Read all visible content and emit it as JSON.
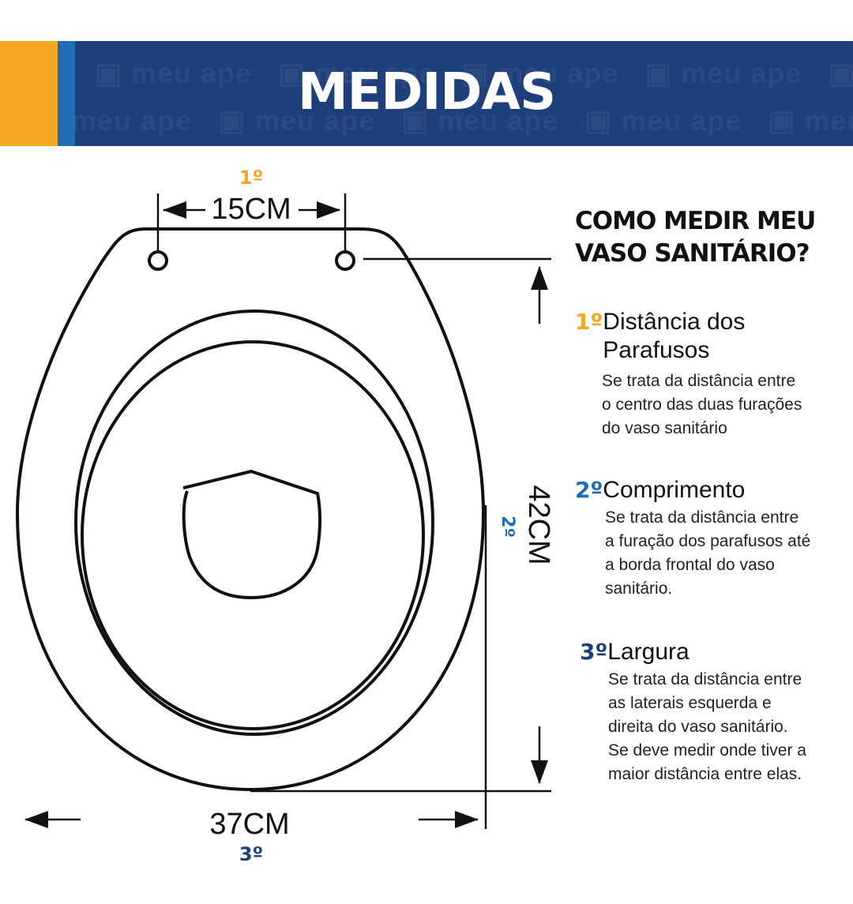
{
  "header": {
    "title": "MEDIDAS",
    "watermark": "meu ape"
  },
  "colors": {
    "header_bg": "#1d3f7a",
    "orange": "#f5a623",
    "blue_accent": "#1f6bb5",
    "step2_blue": "#1f6bb5",
    "step3_navy": "#1d3f7a"
  },
  "diagram": {
    "bolt_distance": {
      "step": "1º",
      "label": "15CM"
    },
    "length": {
      "step": "2º",
      "label": "42CM"
    },
    "width": {
      "step": "3º",
      "label": "37CM"
    }
  },
  "side": {
    "question": [
      "COMO MEDIR MEU",
      "VASO SANITÁRIO?"
    ],
    "steps": [
      {
        "num": "1º",
        "title_lines": [
          "Distância dos",
          "Parafusos"
        ],
        "desc_lines": [
          "Se trata da distância entre",
          "o centro das duas furações",
          "do vaso sanitário"
        ]
      },
      {
        "num": "2º",
        "title_lines": [
          "Comprimento"
        ],
        "desc_lines": [
          "Se trata da distância entre",
          "a furação dos parafusos até",
          "a borda frontal do vaso",
          "sanitário."
        ]
      },
      {
        "num": "3º",
        "title_lines": [
          "Largura"
        ],
        "desc_lines": [
          "Se trata da distância entre",
          "as laterais esquerda e",
          "direita do vaso sanitário.",
          "Se deve medir onde tiver a",
          "maior distância entre elas."
        ]
      }
    ]
  }
}
